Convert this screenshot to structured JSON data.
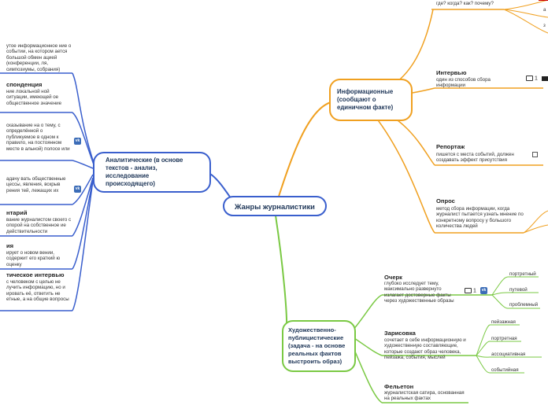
{
  "root": {
    "label": "Жанры журналистики"
  },
  "branches": {
    "info": {
      "label": "Информационные (сообщают о единичном факте)"
    },
    "analytic": {
      "label": "Аналитические (в основе текстов - анализ, исследование происходящего)"
    },
    "art": {
      "label": "Художественно-публицистические (задача - на основе реальных фактов выстроить образ)"
    }
  },
  "info_children": {
    "top_text": "где? когда? как? почему?",
    "interview": {
      "title": "Интервью",
      "text": "один из способов сбора информации",
      "comment_count": "1"
    },
    "report": {
      "title": "Репортаж",
      "text": "пишется с места событий, должен создавать эффект присутствия"
    },
    "survey": {
      "title": "Опрос",
      "text": "метод сбора информации, когда журналист пытается узнать мнение по конкретному вопросу у большого количества людей"
    }
  },
  "top_right_fragments": [
    "а",
    "з"
  ],
  "analytic_children": {
    "item1": {
      "title": "",
      "text": "утое информационное ние о событии, на котором ается большой обмен ацией (конференции, ля, симпозиумы, собрания)"
    },
    "item2": {
      "title": "спонденция",
      "text": "ние локальной ной ситуации, имеющей ое общественное значение"
    },
    "item3": {
      "title": "",
      "text": "сказывание на о тему, с определённой о публикуемое в одном к правило, на постоянном месте в альной) полосе или"
    },
    "item4": {
      "title": "",
      "text": "адачу вать общественные цессы, явления, вскрыв рения тей, лежащих их"
    },
    "item5": {
      "title": "нтарий",
      "text": "вание журналистом своего с опорой на собственное ие действительности"
    },
    "item6": {
      "title": "ия",
      "text": "ирует о новом вении, содержит его краткий ю оценку"
    },
    "item7": {
      "title": "тическое интервью",
      "text": "с человеком с целью не лучить информацию, но и ировать её, ответить не етные, а на общие вопросы"
    }
  },
  "art_children": {
    "essay": {
      "title": "Очерк",
      "text": "глубоко исследует тему, максимально развернуто излагает достоверные факты через художественные образы",
      "comment_count": "1",
      "leaves": [
        "портретный",
        "путевой",
        "проблемный"
      ]
    },
    "sketch": {
      "title": "Зарисовка",
      "text": "сочетает в себе информационную и художественную составляющие, которые создают образ человека, пейзажа, события, мыслей",
      "leaves": [
        "пейзажная",
        "портретная",
        "ассоциативная",
        "событийная"
      ]
    },
    "feuilleton": {
      "title": "Фельетон",
      "text": "журналистская сатира, основанная на реальных фактах"
    }
  },
  "icons": {
    "vk": "vk-icon",
    "comment": "comment-icon",
    "link": "external-link-icon"
  },
  "colors": {
    "info": "#f0a020",
    "analytic": "#3a5fcd",
    "art": "#7ac943",
    "root": "#3a5fcd",
    "ink": "#1d3557"
  }
}
